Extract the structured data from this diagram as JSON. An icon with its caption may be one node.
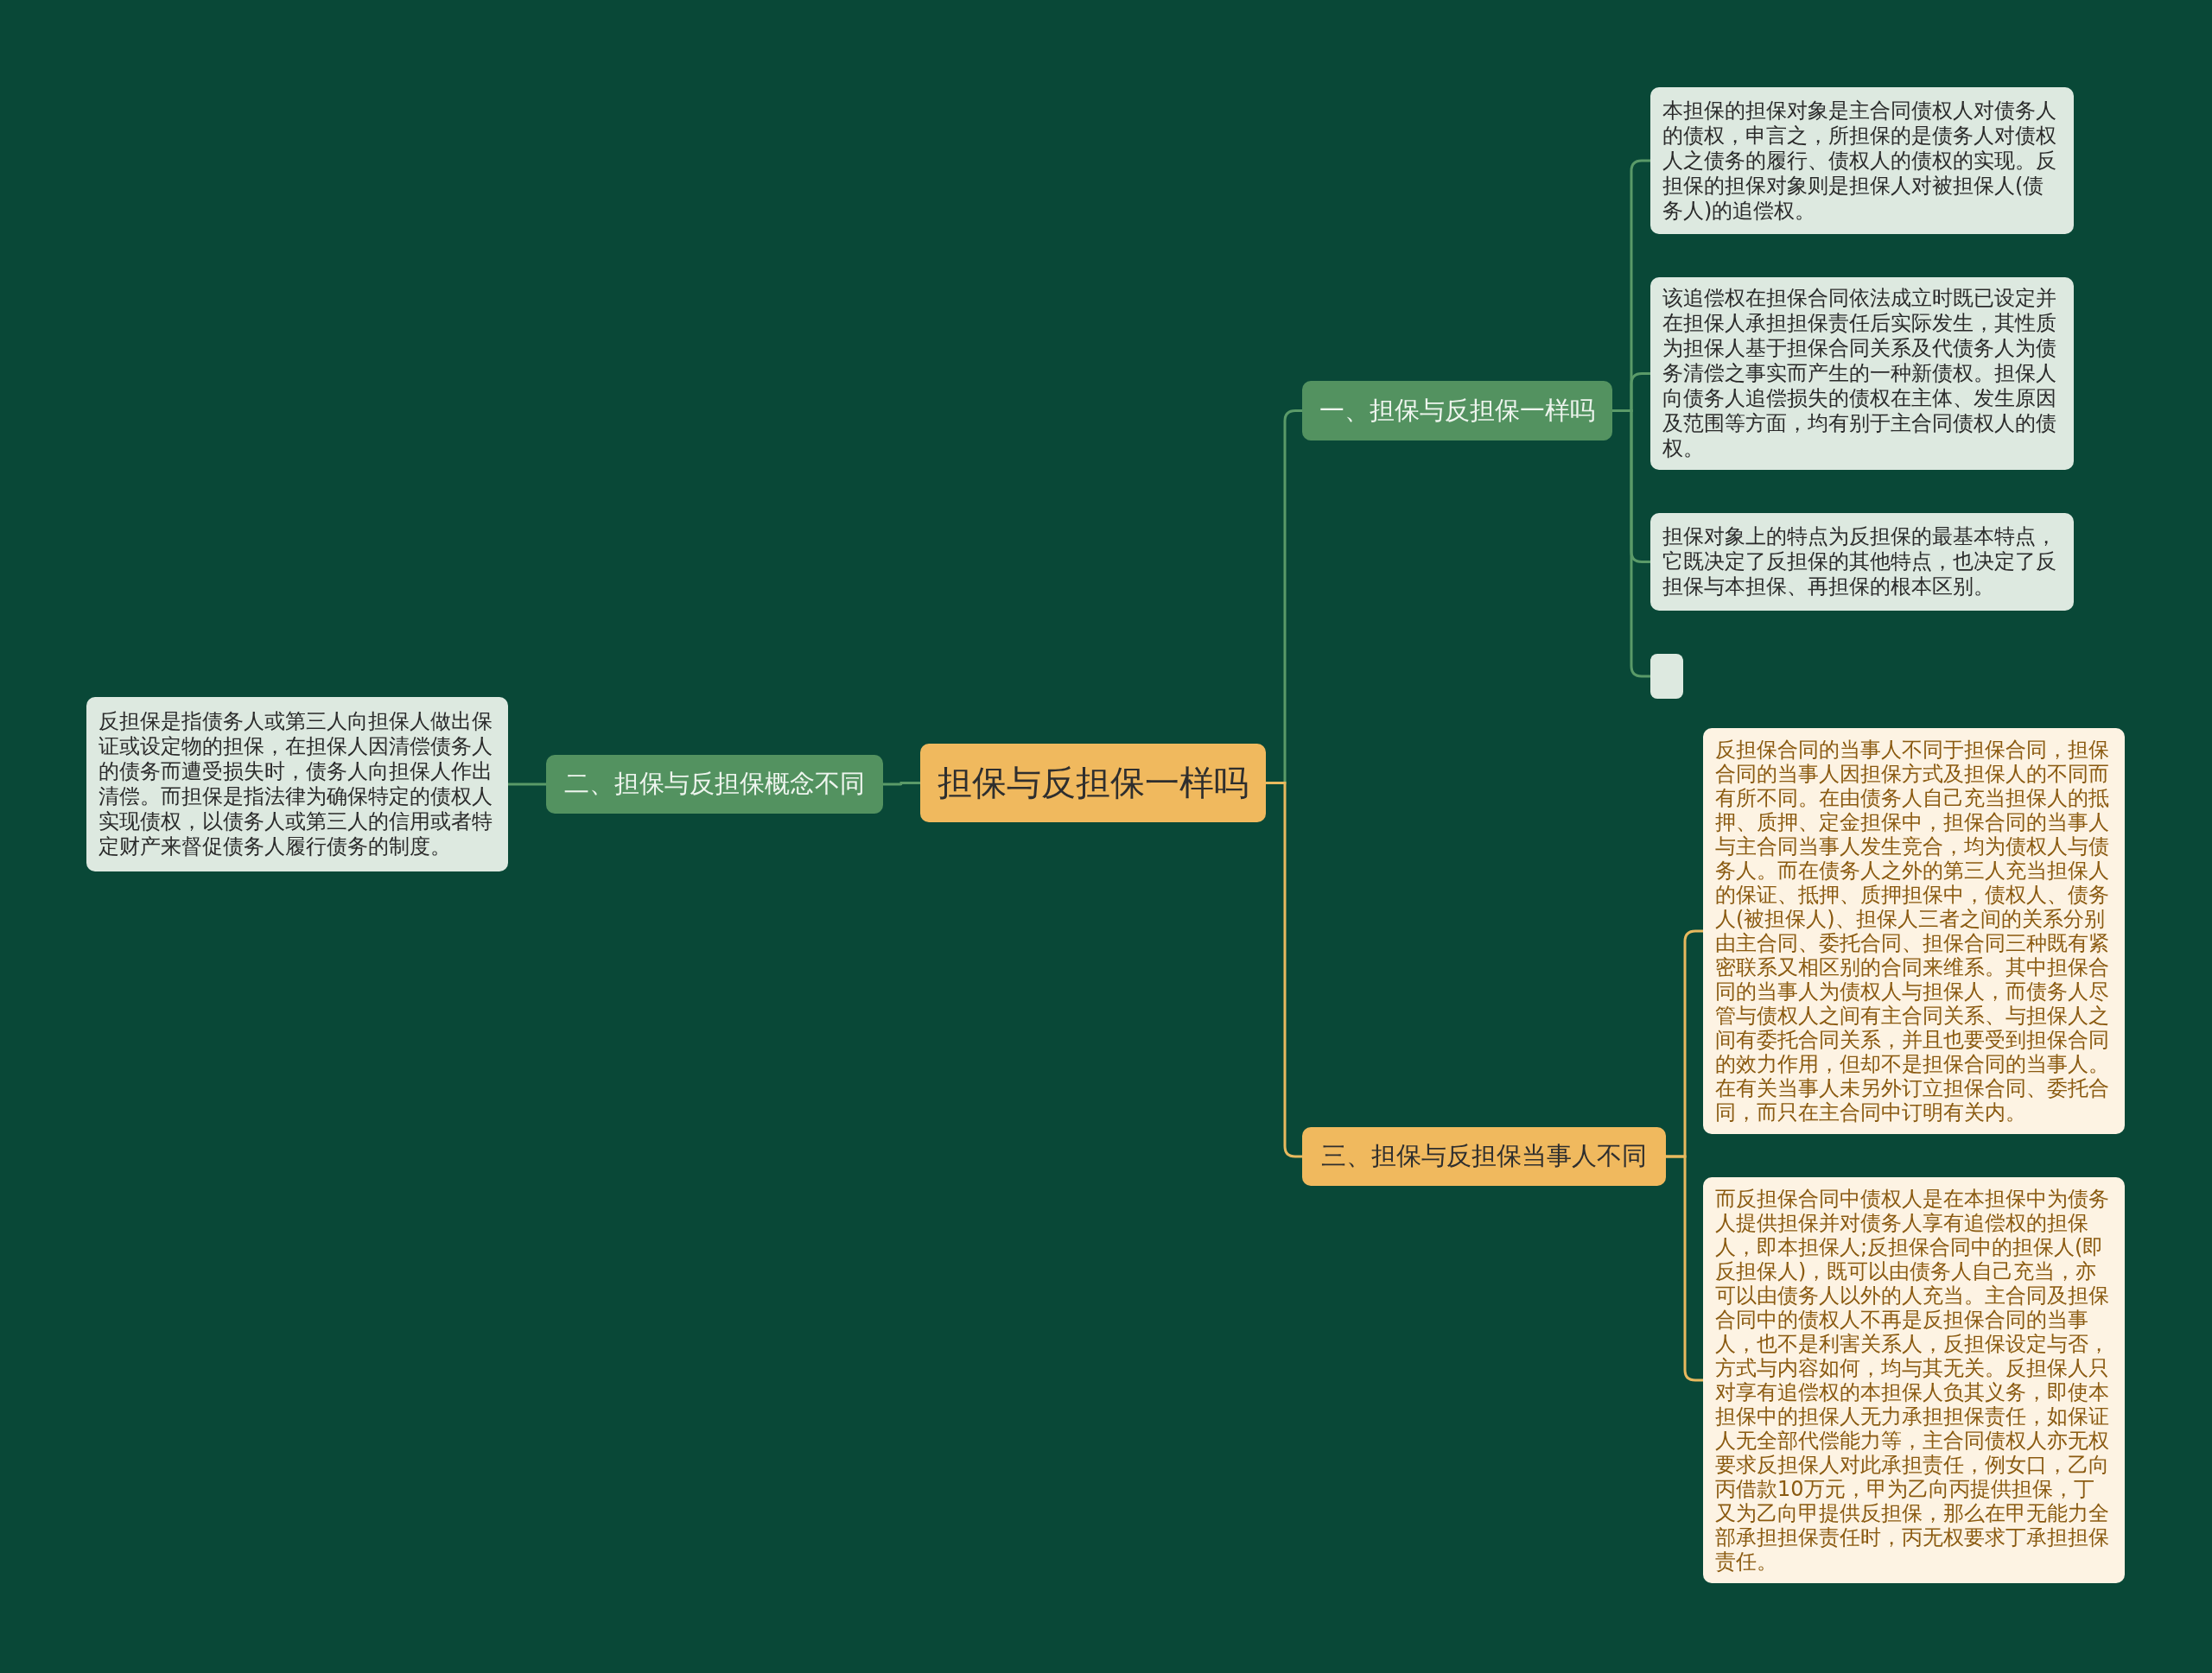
{
  "diagram": {
    "nodes": [
      {
        "text": [
          "担保与反担保一样吗"
        ]
      },
      {
        "text": [
          "一、担保与反担保一样吗"
        ]
      },
      {
        "text": [
          "本担保的担保对象是主合同债权人对债务人的债权，申言之，所担保的是债务人对债权人之债务的履行、债权人的债权的实现。反担保的担保对象则是担保人对被担保人(债务人)的追偿权。"
        ]
      },
      {
        "text": [
          "该追偿权在担保合同依法成立时既已设定并在担保人承担担保责任后实际发生，其性质为担保人基于担保合同关系及代债务人为债务清偿之事实而产生的一种新债权。担保人向债务人追偿损失的债权在主体、发生原因及范围等方面，均有别于主合同债权人的债权。"
        ]
      },
      {
        "text": [
          "担保对象上的特点为反担保的最基本特点，它既决定了反担保的其他特点，也决定了反担保与本担保、再担保的根本区别。"
        ]
      },
      {
        "text": [],
        "shape": "box"
      },
      {
        "text": [
          "二、担保与反担保概念不同"
        ]
      },
      {
        "text": [
          "反担保是指债务人或第三人向担保人做出保证或设定物的担保，在担保人因清偿债务人的债务而遭受损失时，债务人向担保人作出清偿。而担保是指法律为确保特定的债权人实现债权，以债务人或第三人的信用或者特定财产来督促债务人履行债务的制度。"
        ]
      },
      {
        "text": [
          "三、担保与反担保当事人不同"
        ]
      },
      {
        "text": [
          "反担保合同的当事人不同于担保合同，担保合同的当事人因担保方式及担保人的不同而有所不同。在由债务人自己充当担保人的抵押、质押、定金担保中，担保合同的当事人与主合同当事人发生竞合，均为债权人与债务人。而在债务人之外的第三人充当担保人的保证、抵押、质押担保中，债权人、债务人(被担保人)、担保人三者之间的关系分别由主合同、委托合同、担保合同三种既有紧密联系又相区别的合同来维系。其中担保合同的当事人为债权人与担保人，而债务人尽管与债权人之间有主合同关系、与担保人之间有委托合同关系，并且也要受到担保合同的效力作用，但却不是担保合同的当事人。在有关当事人未另外订立担保合同、委托合同，而只在主合同中订明有关内。"
        ]
      },
      {
        "text": [
          "而反担保合同中债权人是在本担保中为债务人提供担保并对债务人享有追偿权的担保人，即本担保人;反担保合同中的担保人(即反担保人)，既可以由债务人自己充当，亦可以由债务人以外的人充当。主合同及担保合同中的债权人不再是反担保合同的当事人，也不是利害关系人，反担保设定与否，方式与内容如何，均与其无关。反担保人只对享有追偿权的本担保人负其义务，即使本担保中的担保人无力承担担保责任，如保证人无全部代偿能力等，主合同债权人亦无权要求反担保人对此承担责任，例女口，乙向丙借款10万元，甲为乙向丙提供担保，丁又为乙向甲提供反担保，那么在甲无能力全部承担担保责任时，丙无权要求丁承担担保责任。"
        ]
      }
    ],
    "edges": [
      {
        "from": 0,
        "to": 1,
        "arrow": "none"
      },
      {
        "from": 1,
        "to": 2,
        "arrow": "none"
      },
      {
        "from": 1,
        "to": 3,
        "arrow": "none"
      },
      {
        "from": 1,
        "to": 4,
        "arrow": "none"
      },
      {
        "from": 1,
        "to": 5,
        "arrow": "none"
      },
      {
        "from": 0,
        "to": 6,
        "arrow": "none"
      },
      {
        "from": 6,
        "to": 7,
        "arrow": "none"
      },
      {
        "from": 0,
        "to": 8,
        "arrow": "none",
        "color": "#e8b95e"
      },
      {
        "from": 8,
        "to": 9,
        "arrow": "none",
        "color": "#e8b95e"
      },
      {
        "from": 8,
        "to": 10,
        "arrow": "none",
        "color": "#e8b95e"
      }
    ]
  }
}
